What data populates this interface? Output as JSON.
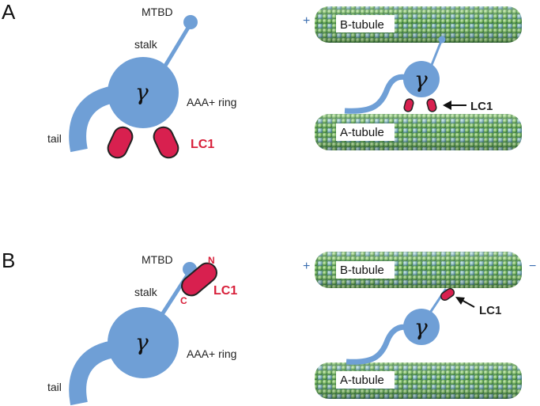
{
  "panels": {
    "a": {
      "letter": "A",
      "left": {
        "mtbd": "MTBD",
        "stalk": "stalk",
        "ring": "AAA+ ring",
        "tail": "tail",
        "lc1": "LC1",
        "gamma": "γ"
      },
      "right": {
        "plus": "+",
        "b_tubule": "B-tubule",
        "a_tubule": "A-tubule",
        "lc1": "LC1",
        "gamma": "γ"
      }
    },
    "b": {
      "letter": "B",
      "left": {
        "mtbd": "MTBD",
        "stalk": "stalk",
        "ring": "AAA+ ring",
        "tail": "tail",
        "lc1": "LC1",
        "n_term": "N",
        "c_term": "C",
        "gamma": "γ"
      },
      "right": {
        "plus": "+",
        "minus": "−",
        "b_tubule": "B-tubule",
        "a_tubule": "A-tubule",
        "lc1": "LC1",
        "gamma": "γ"
      }
    }
  },
  "colors": {
    "dynein_blue": "#6f9fd6",
    "lc1_red": "#d8204f",
    "tubule_green": "#6fae5a",
    "tubule_teal": "#7fb3b7"
  }
}
